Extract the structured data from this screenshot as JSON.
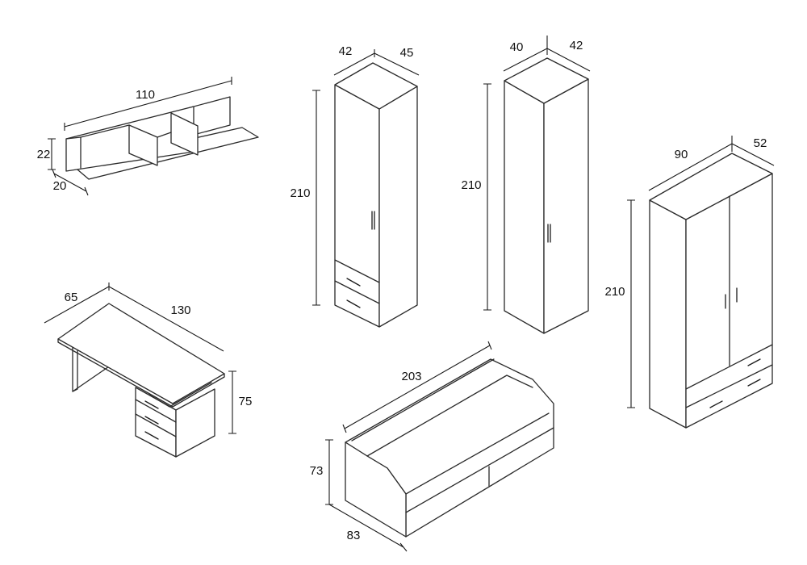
{
  "dimensions": {
    "shelf_width": "110",
    "shelf_height": "22",
    "shelf_depth": "20",
    "wardrobe1_width": "42",
    "wardrobe1_depth": "45",
    "wardrobe1_height": "210",
    "wardrobe2_width": "40",
    "wardrobe2_depth": "42",
    "wardrobe2_height": "210",
    "wardrobe3_width": "90",
    "wardrobe3_depth": "52",
    "wardrobe3_height": "210",
    "desk_depth": "65",
    "desk_width": "130",
    "desk_height": "75",
    "bed_width": "203",
    "bed_height": "73",
    "bed_depth": "83"
  },
  "colors": {
    "line": "#2a2a2a",
    "background": "#ffffff"
  }
}
